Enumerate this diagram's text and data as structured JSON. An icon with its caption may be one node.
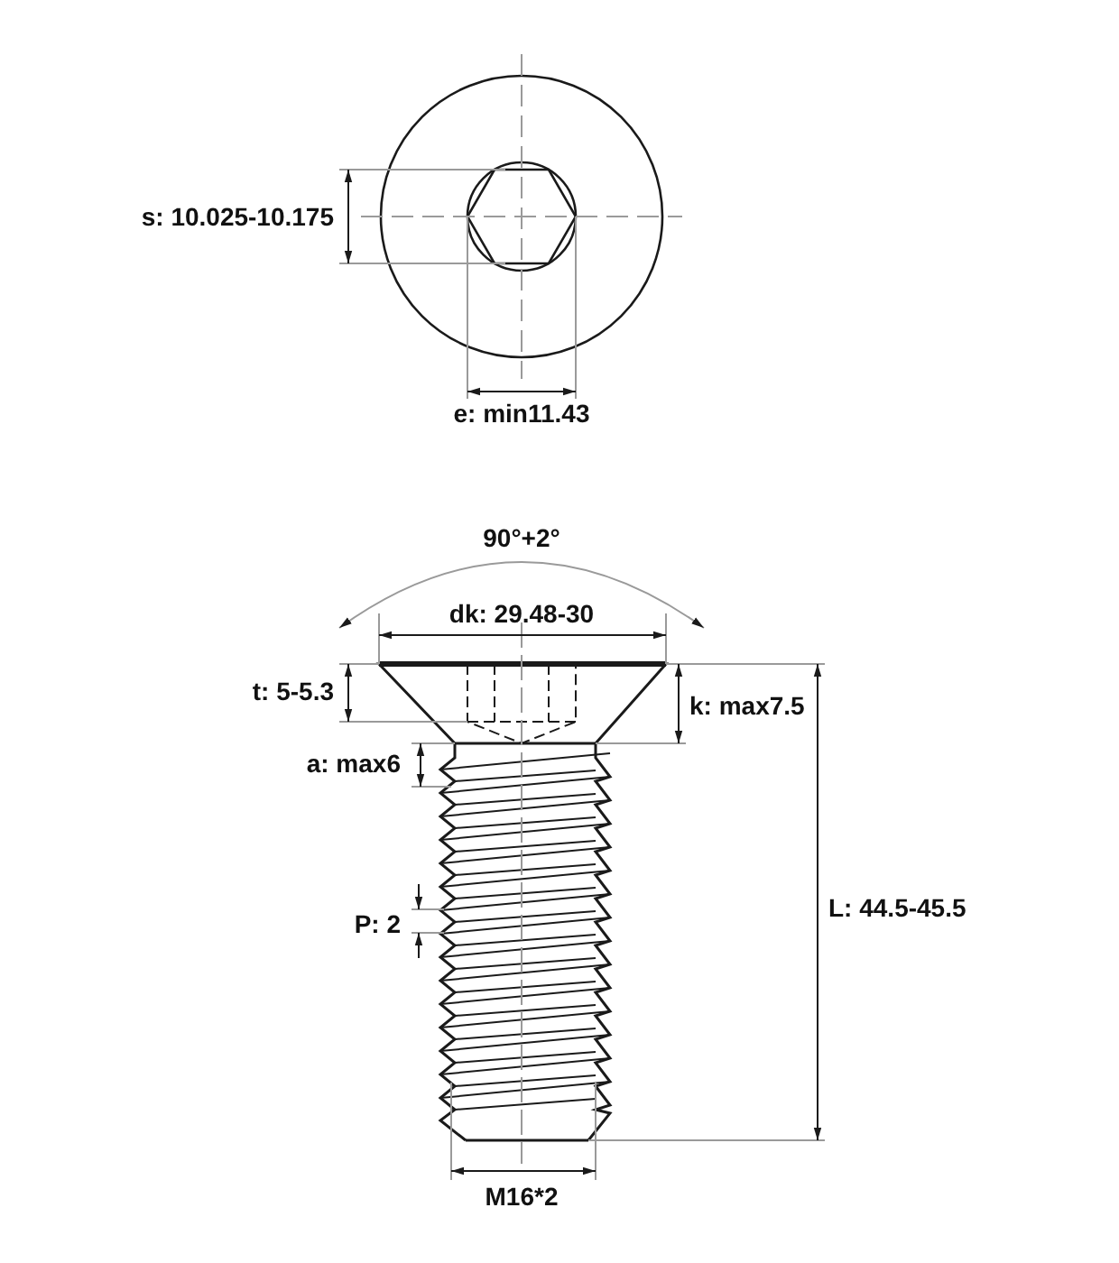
{
  "diagram": {
    "labels": [
      "s: 10.025-10.175",
      "e: min11.43",
      "90°+2°",
      "dk: 29.48-30",
      "t: 5-5.3",
      "k: max7.5",
      "a: max6",
      "P: 2",
      "L: 44.5-45.5",
      "M16*2"
    ]
  }
}
